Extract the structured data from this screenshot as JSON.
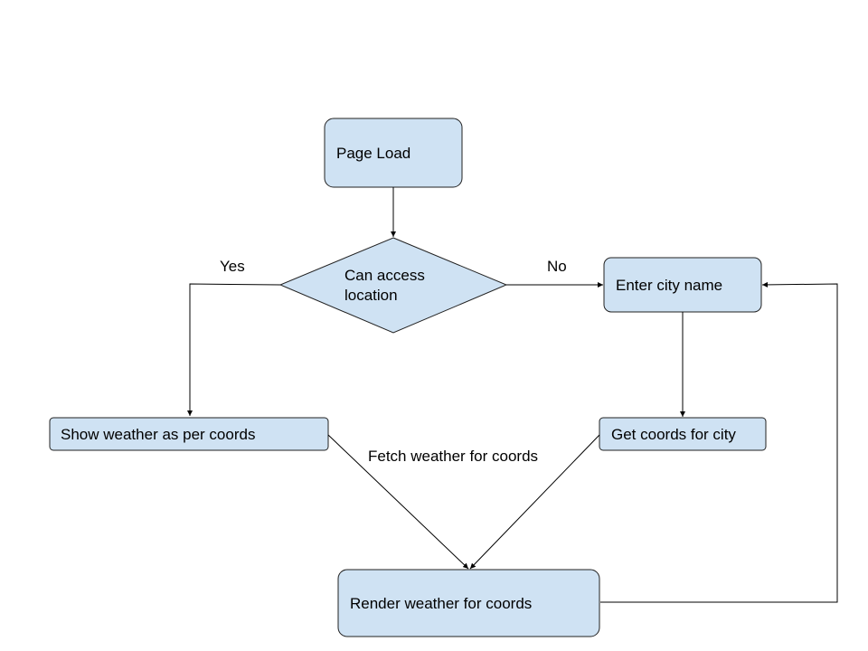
{
  "nodes": {
    "page_load": "Page Load",
    "can_access_line1": "Can access",
    "can_access_line2": "location",
    "enter_city": "Enter city name",
    "show_weather": "Show weather as per coords",
    "get_coords": "Get coords for city",
    "render_weather": "Render weather for coords"
  },
  "edges": {
    "yes": "Yes",
    "no": "No",
    "fetch": "Fetch weather for coords"
  },
  "colors": {
    "node_fill": "#cfe2f3",
    "node_stroke": "#222222",
    "edge": "#000000"
  }
}
